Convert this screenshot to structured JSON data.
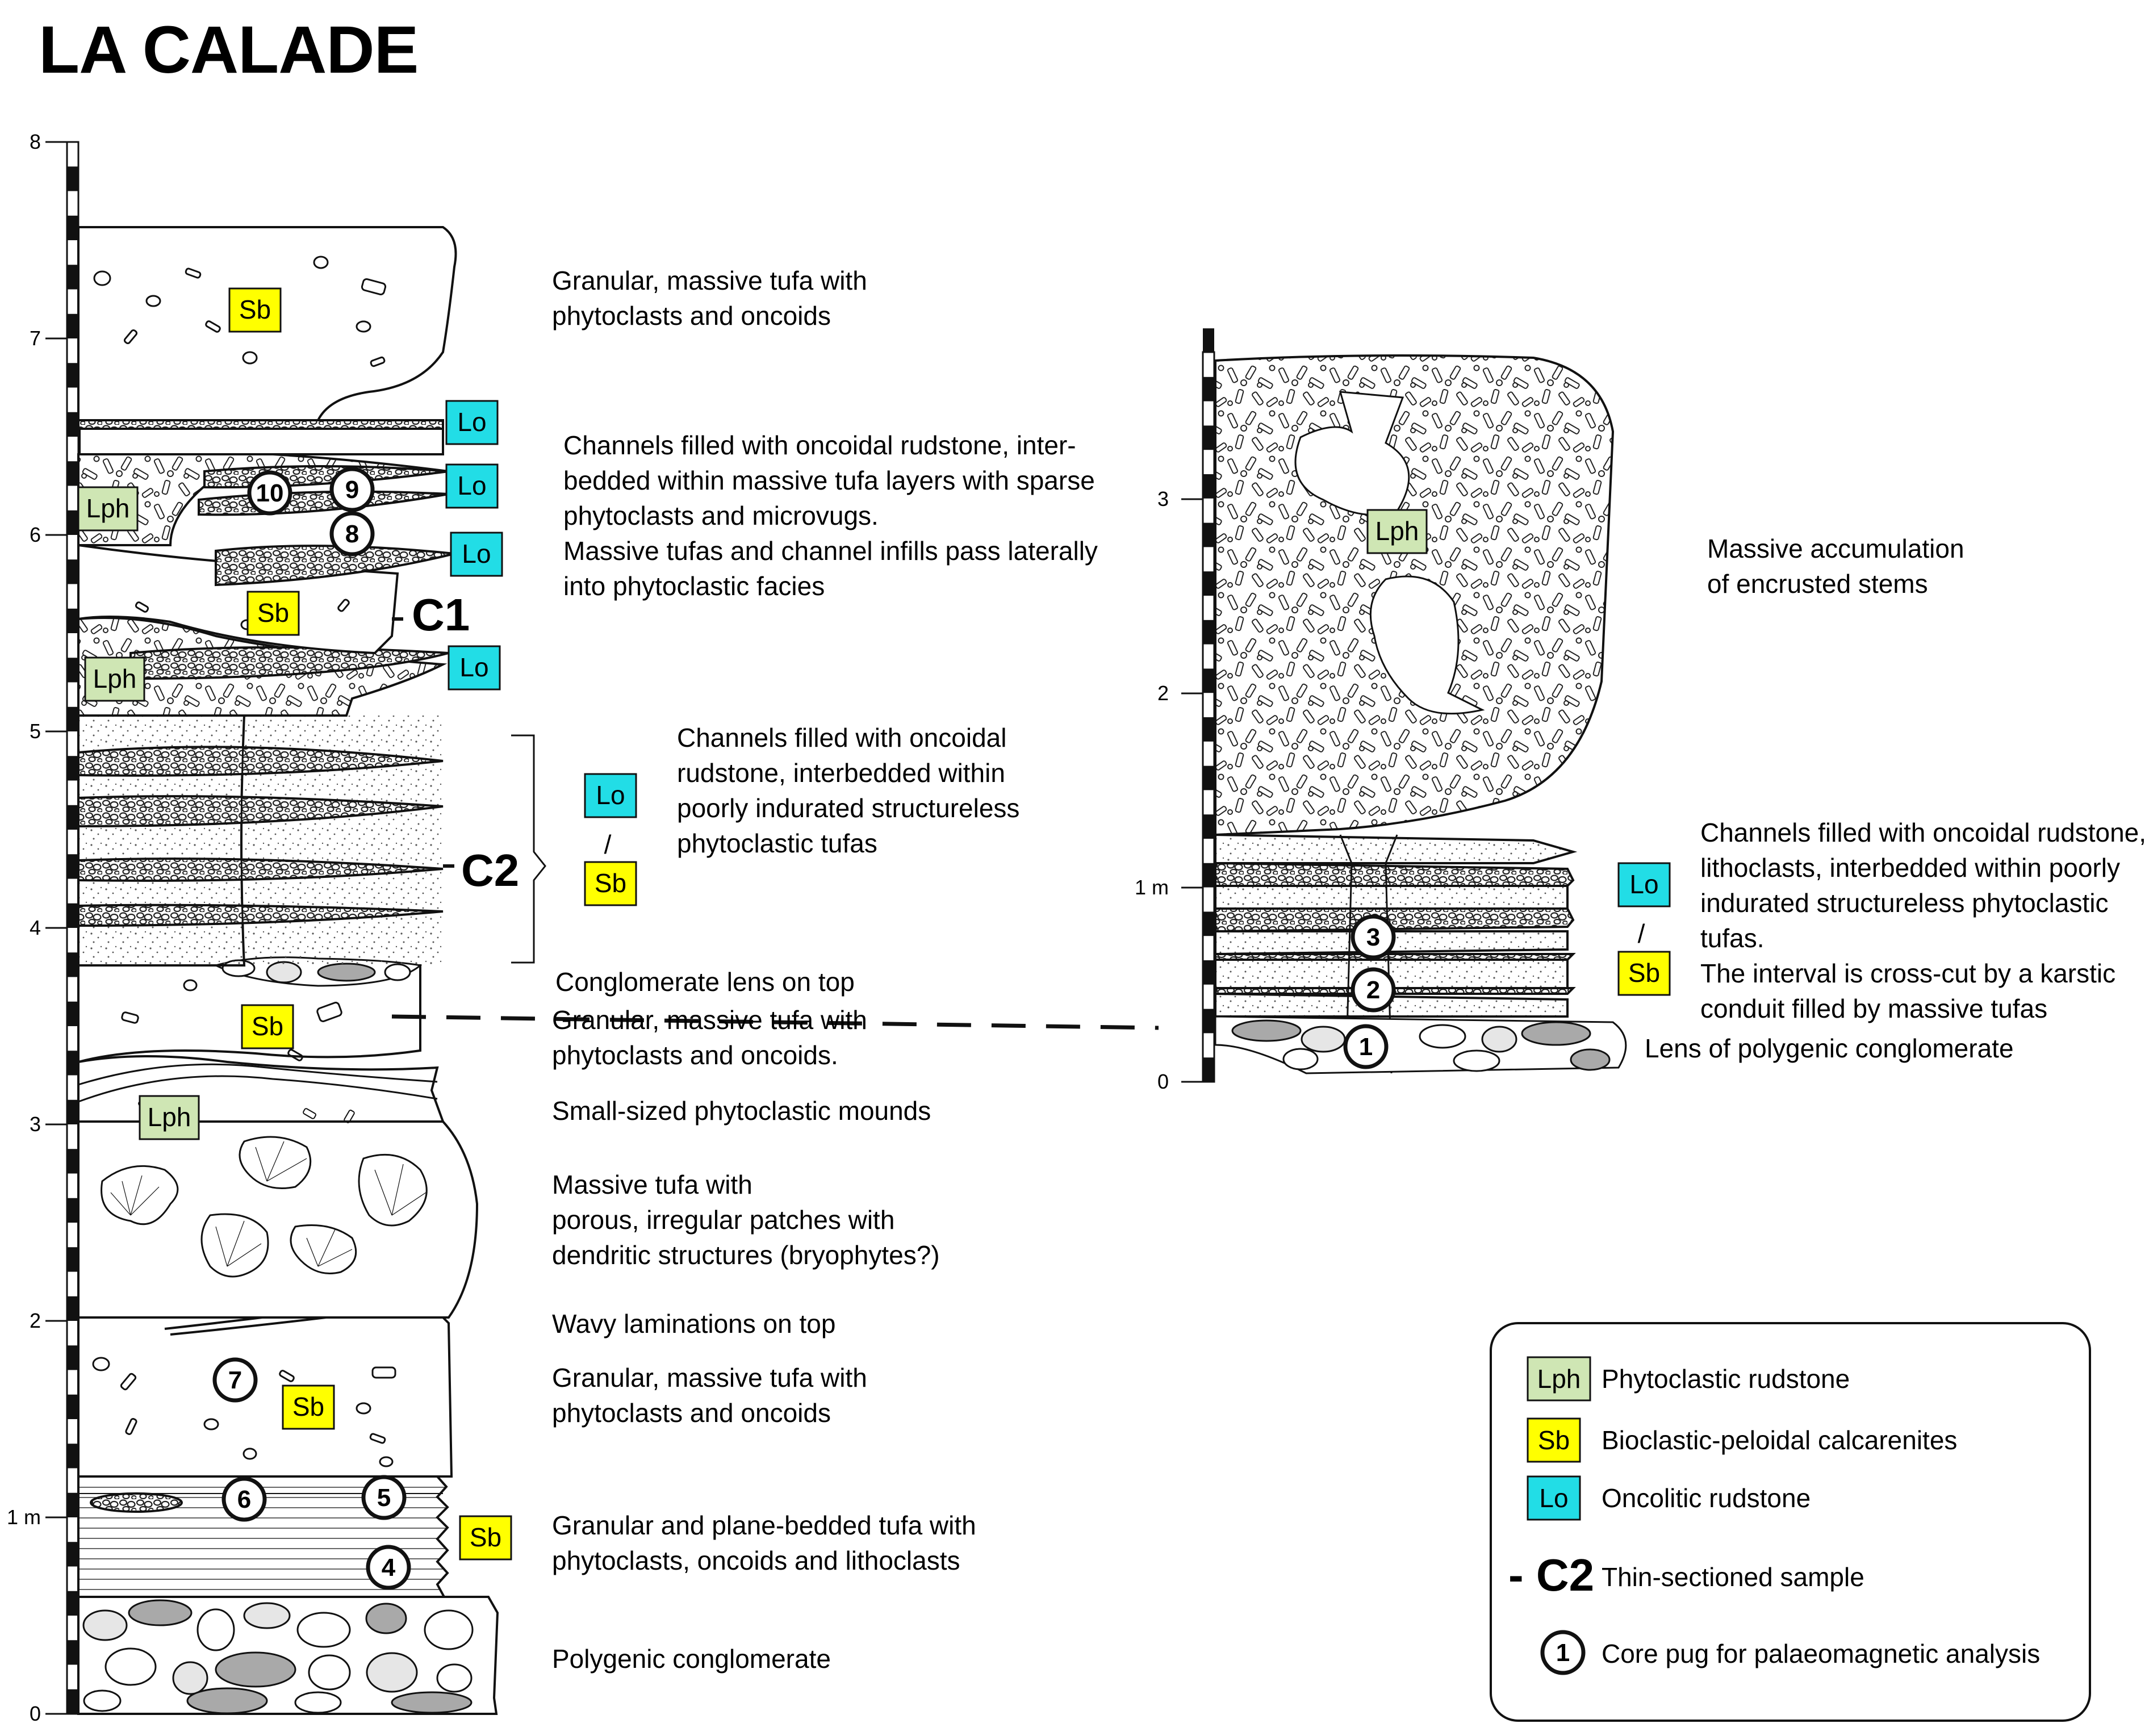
{
  "title": "LA CALADE",
  "colors": {
    "Lph": "#cfe6b4",
    "Sb": "#ffff00",
    "Lo": "#22dde6",
    "clast_dark": "#a9a9a9",
    "clast_light": "#e6e6e6"
  },
  "main_log": {
    "ticks": [
      "0",
      "1 m",
      "2",
      "3",
      "4",
      "5",
      "6",
      "7",
      "8"
    ],
    "descriptions": [
      [
        "Granular, massive tufa with",
        "phytoclasts and  oncoids"
      ],
      [
        "Channels filled with oncoidal rudstone, inter-",
        "bedded within massive tufa layers with sparse",
        "phytoclasts and microvugs.",
        "Massive tufas and channel infills pass laterally",
        "into phytoclastic facies"
      ],
      [
        "Channels filled with oncoidal",
        "rudstone, interbedded within",
        "poorly indurated structureless",
        "phytoclastic tufas"
      ],
      [
        "Conglomerate lens on top"
      ],
      [
        "Granular, massive tufa with",
        "phytoclasts and  oncoids."
      ],
      [
        "Small-sized phytoclastic mounds"
      ],
      [
        "Massive tufa with",
        "porous, irregular patches with",
        "dendritic structures (bryophytes?)"
      ],
      [
        "Wavy laminations on top"
      ],
      [
        "Granular, massive tufa with",
        "phytoclasts and  oncoids"
      ],
      [
        "Granular and plane-bedded tufa with",
        "phytoclasts, oncoids and lithoclasts"
      ],
      [
        "Polygenic conglomerate"
      ]
    ],
    "samples": [
      "C1",
      "C2"
    ],
    "cores": [
      "4",
      "5",
      "6",
      "7",
      "8",
      "9",
      "10"
    ],
    "tags": [
      "Sb",
      "Lo",
      "Lo",
      "Lph",
      "Lo",
      "Sb",
      "Lph",
      "Lo",
      "Lo",
      "/",
      "Sb",
      "Sb",
      "Lph",
      "Sb",
      "Sb"
    ]
  },
  "right_log": {
    "ticks": [
      "0",
      "1 m",
      "2",
      "3"
    ],
    "descriptions": [
      [
        "Massive accumulation",
        "of encrusted stems"
      ],
      [
        "Channels filled with oncoidal rudstone,",
        "lithoclasts, interbedded within poorly",
        "indurated structureless phytoclastic",
        "tufas.",
        "The interval is cross-cut by a karstic",
        "conduit filled by massive tufas"
      ],
      [
        "Lens of polygenic conglomerate"
      ]
    ],
    "cores": [
      "1",
      "2",
      "3"
    ],
    "tags": [
      "Lph",
      "Lo",
      "/",
      "Sb"
    ]
  },
  "legend": {
    "items": [
      {
        "tag": "Lph",
        "label": "Phytoclastic rudstone"
      },
      {
        "tag": "Sb",
        "label": "Bioclastic-peloidal calcarenites"
      },
      {
        "tag": "Lo",
        "label": "Oncolitic rudstone"
      },
      {
        "tag": "- C2",
        "label": "Thin-sectioned sample"
      },
      {
        "tag": "1",
        "label": "Core pug for palaeomagnetic analysis"
      }
    ]
  }
}
